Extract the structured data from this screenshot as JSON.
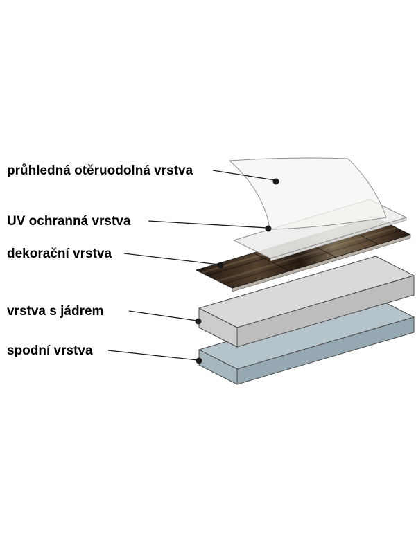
{
  "diagram": {
    "labels": {
      "wear": {
        "text": "průhledná otěruodolná vrstva"
      },
      "uv": {
        "text": "UV ochranná vrstva"
      },
      "decor": {
        "text": "dekorační vrstva"
      },
      "core": {
        "text": "vrstva s jádrem"
      },
      "bottom": {
        "text": "spodní vrstva"
      }
    },
    "colors": {
      "background": "#ffffff",
      "film_fill": "#f4f4f2",
      "uv_fill": "#ececea",
      "wood_dark": "#241a12",
      "wood_mid": "#54412e",
      "wood_light": "#7a6a52",
      "wood_edge": "#b8b2a6",
      "core_top": "#d9d9d9",
      "core_front": "#bdbdbd",
      "core_side": "#cccccc",
      "bottom_top": "#b5c3cb",
      "bottom_front": "#96a9b2",
      "bottom_side": "#a6b6bf"
    }
  }
}
